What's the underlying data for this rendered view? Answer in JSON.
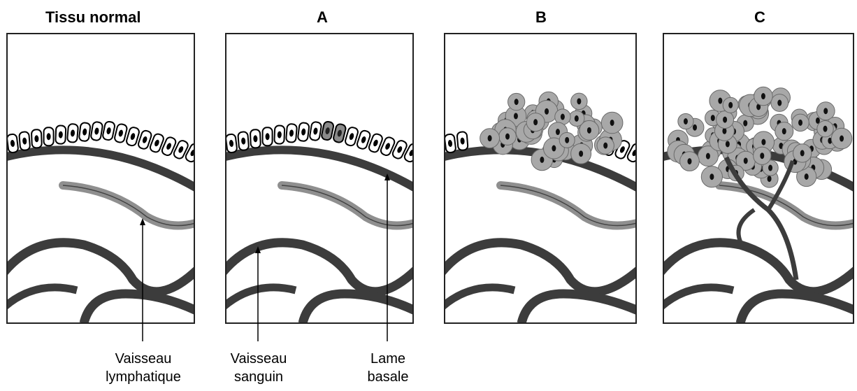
{
  "panels": [
    {
      "title": "Tissu normal"
    },
    {
      "title": "A"
    },
    {
      "title": "B"
    },
    {
      "title": "C"
    }
  ],
  "labels": {
    "lymph": {
      "line1": "Vaisseau",
      "line2": "lymphatique"
    },
    "blood": {
      "line1": "Vaisseau",
      "line2": "sanguin"
    },
    "lamina": {
      "line1": "Lame",
      "line2": "basale"
    }
  },
  "colors": {
    "vessel": "#3c3c3c",
    "lymph": "#8f8f8f",
    "tumor": "#a8a8a8",
    "nucleus": "#111111",
    "frame": "#222222"
  }
}
